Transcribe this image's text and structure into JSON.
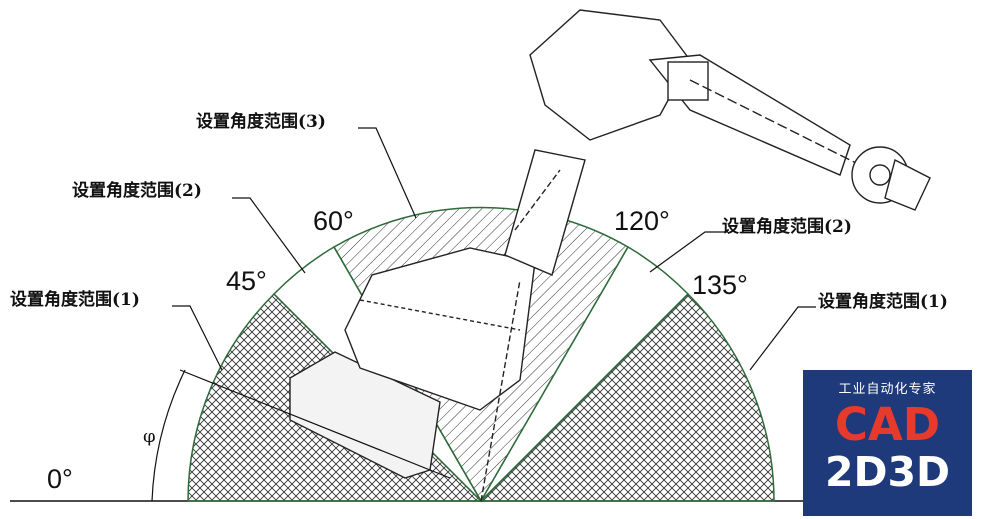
{
  "labels": {
    "range3": "设置角度范围(3)",
    "range2_left": "设置角度范围(2)",
    "range1_left": "设置角度范围(1)",
    "range2_right": "设置角度范围(2)",
    "range1_right": "设置角度范围(1)"
  },
  "angles": {
    "a0": "0°",
    "a45": "45°",
    "a60": "60°",
    "a120": "120°",
    "a135": "135°",
    "phi": "φ"
  },
  "badge": {
    "subtitle": "工业自动化专家",
    "line1": "CAD",
    "line2": "2D3D"
  },
  "colors": {
    "arc": "#2e6b3a",
    "hatch": "#333333",
    "badge_bg": "#1f3a7a",
    "badge_accent": "#e63a2c"
  }
}
